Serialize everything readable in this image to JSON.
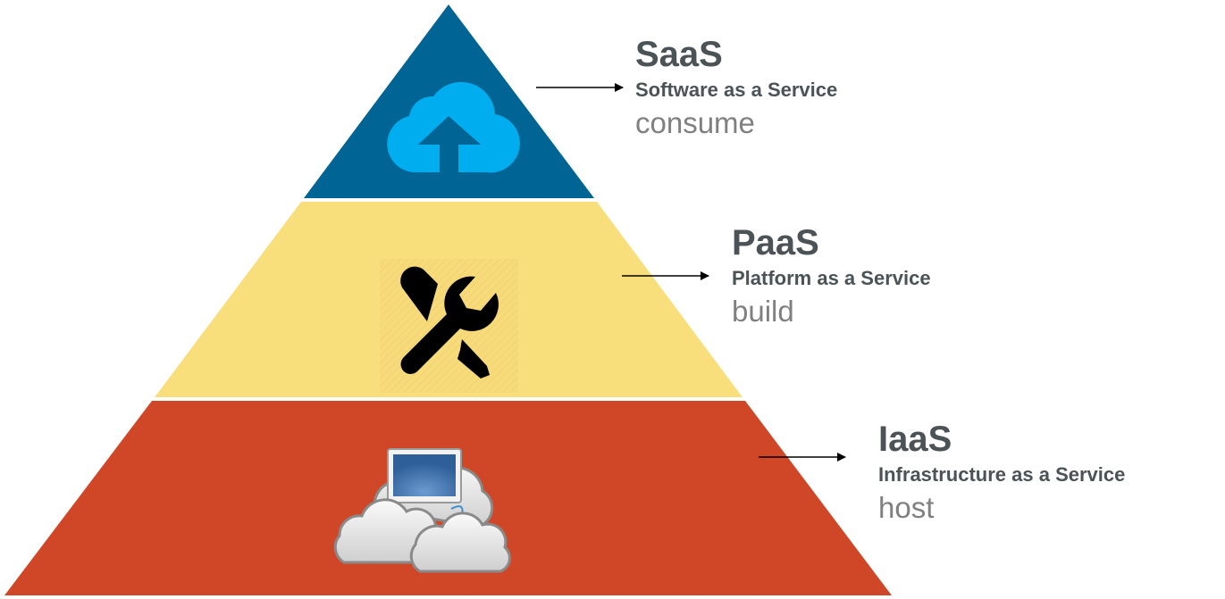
{
  "colors": {
    "saas_layer": "#006495",
    "paas_layer": "#f9df7c",
    "iaas_layer": "#d04727",
    "cloud_icon": "#00aeef",
    "heading_text": "#4b5356",
    "tagline_text": "#808080"
  },
  "layers": [
    {
      "abbr": "SaaS",
      "name": "Software as a Service",
      "verb": "consume",
      "icon": "cloud-upload-icon"
    },
    {
      "abbr": "PaaS",
      "name": "Platform as a Service",
      "verb": "build",
      "icon": "tools-icon"
    },
    {
      "abbr": "IaaS",
      "name": "Infrastructure as a Service",
      "verb": "host",
      "icon": "computer-cloud-icon"
    }
  ]
}
